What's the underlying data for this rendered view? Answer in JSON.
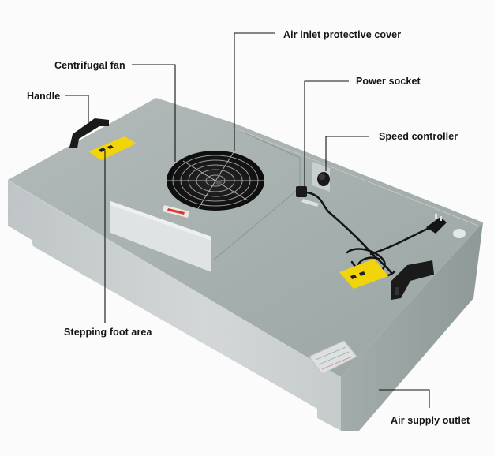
{
  "diagram": {
    "subject": "Fan filter unit",
    "colors": {
      "background": "#fbfbfb",
      "top_face": "#a8b2b0",
      "front_face": "#c9cecf",
      "right_face": "#98a3a1",
      "warning_label": "#f2d40a",
      "leader_line": "#111111",
      "label_text": "#151515"
    },
    "labels": [
      {
        "id": "air-inlet-protective-cover",
        "text": "Air inlet protective cover"
      },
      {
        "id": "centrifugal-fan",
        "text": "Centrifugal fan"
      },
      {
        "id": "power-socket",
        "text": "Power socket"
      },
      {
        "id": "handle",
        "text": "Handle"
      },
      {
        "id": "speed-controller",
        "text": "Speed controller"
      },
      {
        "id": "stepping-foot-area",
        "text": "Stepping foot area"
      },
      {
        "id": "air-supply-outlet",
        "text": "Air supply outlet"
      }
    ]
  }
}
